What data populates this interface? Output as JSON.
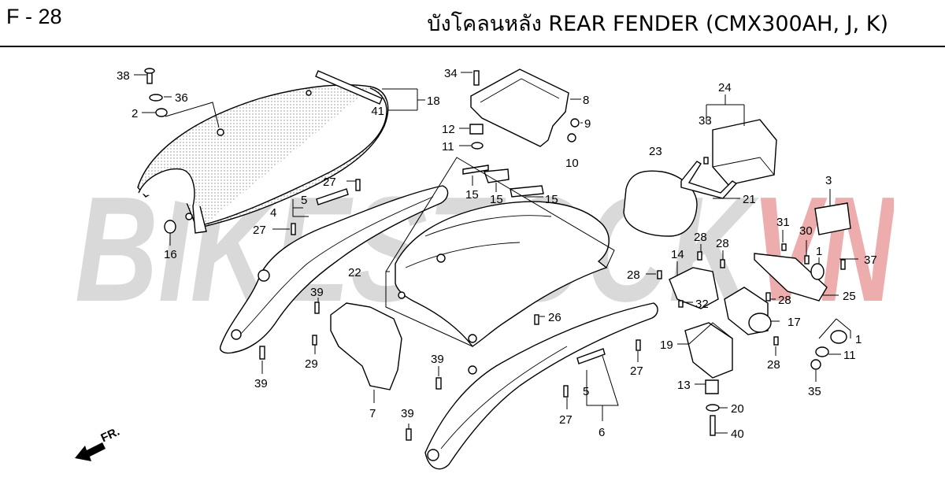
{
  "page_code": "F - 28",
  "title": "บังโคลนหลัง  REAR FENDER (CMX300AH, J, K)",
  "watermark": {
    "text_left": "BIKESTOCK",
    "text_right": "VN",
    "color_left": "#b8b8b8",
    "color_right": "#e07070"
  },
  "direction": {
    "label": "FR.",
    "icon": "arrow-left-down-icon"
  },
  "callouts": [
    {
      "id": "c38",
      "label": "38"
    },
    {
      "id": "c36",
      "label": "36"
    },
    {
      "id": "c2",
      "label": "2"
    },
    {
      "id": "c41",
      "label": "41"
    },
    {
      "id": "c18",
      "label": "18"
    },
    {
      "id": "c34",
      "label": "34"
    },
    {
      "id": "c8",
      "label": "8"
    },
    {
      "id": "c12",
      "label": "12"
    },
    {
      "id": "c9",
      "label": "9"
    },
    {
      "id": "c11a",
      "label": "11"
    },
    {
      "id": "c10",
      "label": "10"
    },
    {
      "id": "c24",
      "label": "24"
    },
    {
      "id": "c33",
      "label": "33"
    },
    {
      "id": "c23",
      "label": "23"
    },
    {
      "id": "c3",
      "label": "3"
    },
    {
      "id": "c27a",
      "label": "27"
    },
    {
      "id": "c5a",
      "label": "5"
    },
    {
      "id": "c4",
      "label": "4"
    },
    {
      "id": "c27b",
      "label": "27"
    },
    {
      "id": "c16",
      "label": "16"
    },
    {
      "id": "c15a",
      "label": "15"
    },
    {
      "id": "c15b",
      "label": "15"
    },
    {
      "id": "c15c",
      "label": "15"
    },
    {
      "id": "c21",
      "label": "21"
    },
    {
      "id": "c31",
      "label": "31"
    },
    {
      "id": "c30",
      "label": "30"
    },
    {
      "id": "c1a",
      "label": "1"
    },
    {
      "id": "c37",
      "label": "37"
    },
    {
      "id": "c28a",
      "label": "28"
    },
    {
      "id": "c28b",
      "label": "28"
    },
    {
      "id": "c14",
      "label": "14"
    },
    {
      "id": "c28c",
      "label": "28"
    },
    {
      "id": "c22",
      "label": "22"
    },
    {
      "id": "c25",
      "label": "25"
    },
    {
      "id": "c28d",
      "label": "28"
    },
    {
      "id": "c32",
      "label": "32"
    },
    {
      "id": "c39a",
      "label": "39"
    },
    {
      "id": "c26",
      "label": "26"
    },
    {
      "id": "c17",
      "label": "17"
    },
    {
      "id": "c1b",
      "label": "1"
    },
    {
      "id": "c29",
      "label": "29"
    },
    {
      "id": "c19",
      "label": "19"
    },
    {
      "id": "c11b",
      "label": "11"
    },
    {
      "id": "c28e",
      "label": "28"
    },
    {
      "id": "c39b",
      "label": "39"
    },
    {
      "id": "c39c",
      "label": "39"
    },
    {
      "id": "c27c",
      "label": "27"
    },
    {
      "id": "c13",
      "label": "13"
    },
    {
      "id": "c35",
      "label": "35"
    },
    {
      "id": "c5b",
      "label": "5"
    },
    {
      "id": "c20",
      "label": "20"
    },
    {
      "id": "c7",
      "label": "7"
    },
    {
      "id": "c27d",
      "label": "27"
    },
    {
      "id": "c39d",
      "label": "39"
    },
    {
      "id": "c6",
      "label": "6"
    },
    {
      "id": "c40",
      "label": "40"
    }
  ]
}
